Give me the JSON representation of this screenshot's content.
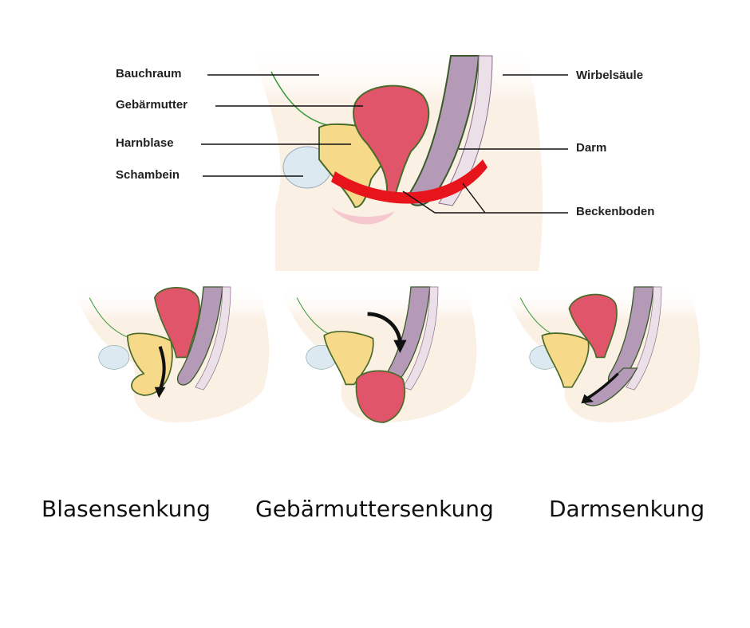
{
  "main_diagram": {
    "labels_left": [
      "Bauchraum",
      "Gebärmutter",
      "Harnblase",
      "Schambein"
    ],
    "labels_right": [
      "Wirbelsäule",
      "Darm",
      "Beckenboden"
    ]
  },
  "panels": [
    {
      "caption": "Blasensenkung"
    },
    {
      "caption": "Gebärmuttersenkung"
    },
    {
      "caption": "Darmsenkung"
    }
  ],
  "colors": {
    "skin": "#fbf0e4",
    "uterus": "#e0556a",
    "bladder": "#f7d98a",
    "bowel": "#b59ab8",
    "pelvic_floor": "#e8141c",
    "bone": "#dde9f1"
  }
}
